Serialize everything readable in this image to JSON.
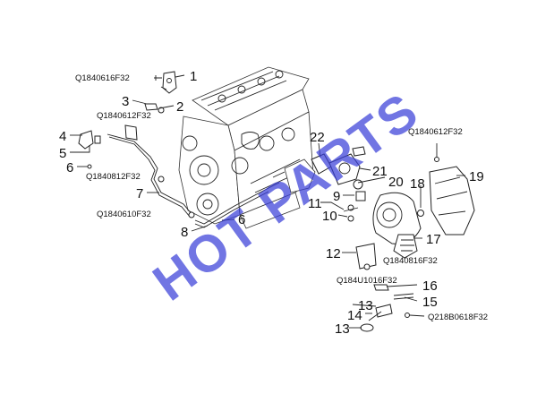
{
  "watermark": "HOT PARTS",
  "callouts": [
    {
      "id": "c1",
      "text": "1"
    },
    {
      "id": "c2",
      "text": "2"
    },
    {
      "id": "c3",
      "text": "3"
    },
    {
      "id": "c4",
      "text": "4"
    },
    {
      "id": "c5",
      "text": "5"
    },
    {
      "id": "c6a",
      "text": "6"
    },
    {
      "id": "c6b",
      "text": "6"
    },
    {
      "id": "c7",
      "text": "7"
    },
    {
      "id": "c8",
      "text": "8"
    },
    {
      "id": "c9",
      "text": "9"
    },
    {
      "id": "c10",
      "text": "10"
    },
    {
      "id": "c11",
      "text": "11"
    },
    {
      "id": "c12",
      "text": "12"
    },
    {
      "id": "c13a",
      "text": "13"
    },
    {
      "id": "c13b",
      "text": "13"
    },
    {
      "id": "c14",
      "text": "14"
    },
    {
      "id": "c15",
      "text": "15"
    },
    {
      "id": "c16",
      "text": "16"
    },
    {
      "id": "c17",
      "text": "17"
    },
    {
      "id": "c18",
      "text": "18"
    },
    {
      "id": "c19",
      "text": "19"
    },
    {
      "id": "c20",
      "text": "20"
    },
    {
      "id": "c21",
      "text": "21"
    },
    {
      "id": "c22",
      "text": "22"
    }
  ],
  "part_codes": [
    {
      "id": "p1",
      "text": "Q1840616F32"
    },
    {
      "id": "p2",
      "text": "Q1840612F32"
    },
    {
      "id": "p3",
      "text": "Q1840812F32"
    },
    {
      "id": "p4",
      "text": "Q1840610F32"
    },
    {
      "id": "p5",
      "text": "Q1840612F32"
    },
    {
      "id": "p6",
      "text": "Q1840816F32"
    },
    {
      "id": "p7",
      "text": "Q184U1016F32"
    },
    {
      "id": "p8",
      "text": "Q218B0618F32"
    }
  ]
}
